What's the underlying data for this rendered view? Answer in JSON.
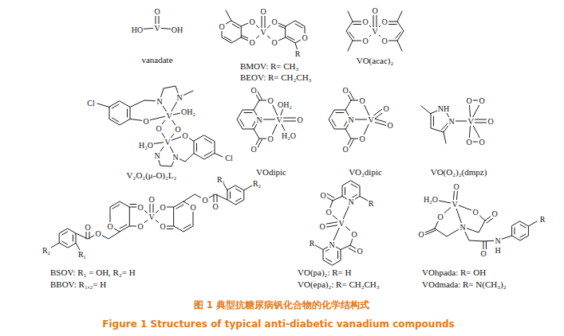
{
  "diagram": {
    "caption": "图 1 典型抗糖尿病钒化合物的化学结构式",
    "labels": [
      "O",
      "HO",
      "V",
      "OH",
      "vanadate",
      "O",
      "O",
      "O",
      "O",
      "V",
      "O",
      "O",
      "O",
      "R",
      "BMOV: R= CH₃",
      "BEOV: R= CH₂CH₃",
      "O",
      "O",
      "O",
      "V",
      "O",
      "O",
      "VO(acac)₂",
      "Cl",
      "N",
      "N",
      "O",
      "V",
      "OH₂",
      "O",
      "O",
      "H₂O",
      "V",
      "O",
      "N",
      "N",
      "Cl",
      "V₂O₂(μ-O)₂L₂",
      "O",
      "OH₂",
      "O",
      "N",
      "V",
      "O",
      "H₂O",
      "O",
      "O",
      "VOdipic",
      "O",
      "O",
      "N",
      "V",
      "O",
      "O",
      "O",
      "O",
      "VO₂dipic",
      "O",
      "O",
      "NH",
      "N",
      "V",
      "O",
      "O",
      "O",
      "VO(O₂)₂(dmpz)",
      "R₁",
      "R₂",
      "O",
      "O",
      "O",
      "O",
      "O",
      "O",
      "V",
      "O",
      "O",
      "O",
      "O",
      "O",
      "R₁",
      "R₂",
      "BSOV: R₁ = OH, R₂= H",
      "BBOV: R₁,₂= H",
      "O",
      "N",
      "R",
      "O",
      "V",
      "O",
      "O",
      "R",
      "N",
      "O",
      "VO(pa)₂: R= H",
      "VO(epa)₂: R= CH₂CH₃",
      "O",
      "H₂O",
      "V",
      "O",
      "O",
      "O",
      "R",
      "N",
      "O",
      "N",
      "H",
      "O",
      "VOhpada: R= OH",
      "VOdmada: R= N(CH₃)₂",
      "Figure 1 Structures of typical anti-diabetic vanadium compounds"
    ]
  }
}
